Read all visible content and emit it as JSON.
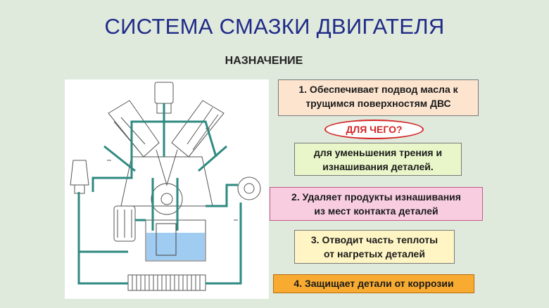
{
  "title": "СИСТЕМА СМАЗКИ ДВИГАТЕЛЯ",
  "subtitle": "НАЗНАЧЕНИЕ",
  "boxes": {
    "b1_line1": "1. Обеспечивает подвод масла к",
    "b1_line2": "трущимся поверхностям ДВС",
    "why": "ДЛЯ ЧЕГО?",
    "b2_line1": "для уменьшения трения и",
    "b2_line2": "изнашивания деталей.",
    "b3_line1": "2. Удаляет продукты изнашивания",
    "b3_line2": "из мест контакта деталей",
    "b4_line1": "3. Отводит часть теплоты",
    "b4_line2": "от нагретых деталей",
    "b5": "4. Защищает детали от коррозии"
  },
  "colors": {
    "title": "#1f2a88",
    "oil": "#2e8a80",
    "oil_pan": "#8fc3f0",
    "why_border": "#d42626"
  }
}
